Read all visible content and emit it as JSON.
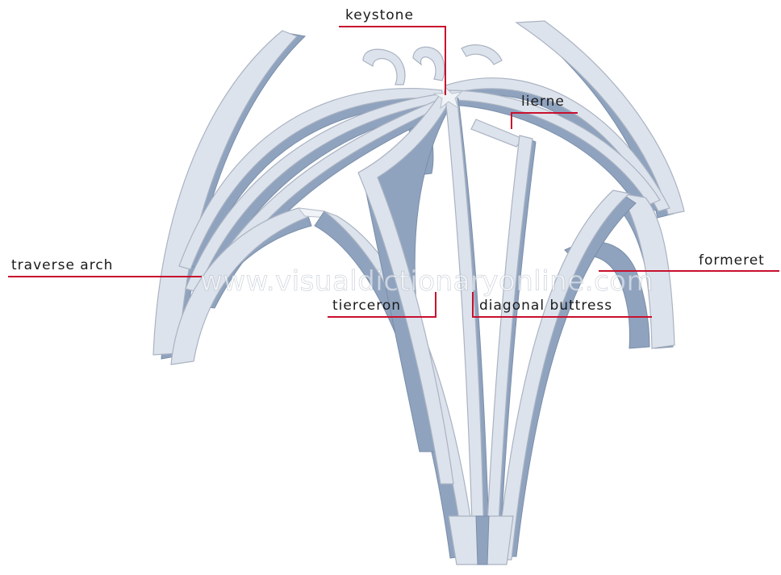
{
  "labels": {
    "keystone": "keystone",
    "lierne": "lierne",
    "traverse_arch": "traverse arch",
    "formeret": "formeret",
    "tierceron": "tierceron",
    "diagonal_buttress": "diagonal buttress"
  },
  "watermark": "www.visualdictionaryonline.com",
  "colors": {
    "leader_line": "#c8102e",
    "rib_face": "#dde3ec",
    "rib_side": "#8fa3bf"
  }
}
